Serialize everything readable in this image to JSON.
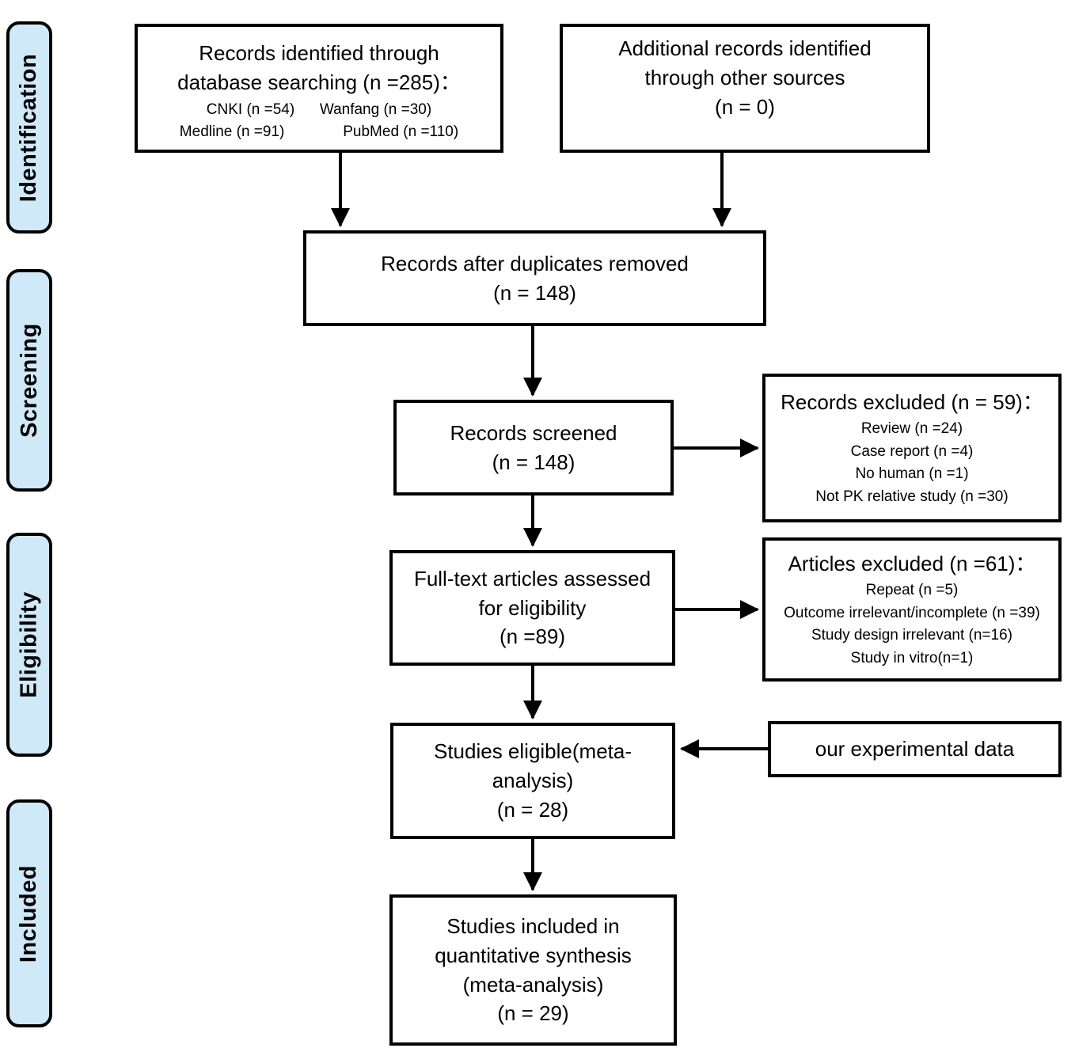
{
  "colors": {
    "background": "#ffffff",
    "stage_fill": "#cfe9f9",
    "border": "#000000",
    "text": "#000000"
  },
  "stages": [
    {
      "label": "Identification"
    },
    {
      "label": "Screening"
    },
    {
      "label": "Eligibility"
    },
    {
      "label": "Included"
    }
  ],
  "boxes": {
    "identified": {
      "title": "Records identified through\ndatabase searching (n =285)：",
      "details": "CNKI (n =54)      Wanfang (n =30)\nMedline (n =91)              PubMed (n =110)"
    },
    "additional": {
      "title": "Additional records identified\nthrough other sources\n(n = 0)"
    },
    "deduplicated": {
      "title": "Records after duplicates removed\n(n = 148)"
    },
    "screened": {
      "title": "Records screened\n(n = 148)"
    },
    "records_excluded": {
      "title": "Records excluded (n = 59)：",
      "details": "Review (n =24)\nCase report (n =4)\nNo human (n =1)\nNot PK relative study (n =30)"
    },
    "fulltext": {
      "title": "Full-text articles assessed\nfor eligibility\n(n =89)"
    },
    "articles_excluded": {
      "title": "Articles excluded (n =61)：",
      "details": "Repeat (n =5)\nOutcome irrelevant/incomplete (n =39)\nStudy design irrelevant (n=16)\nStudy in vitro(n=1)"
    },
    "eligible": {
      "title": "Studies eligible(meta-\nanalysis)\n(n = 28)"
    },
    "experimental": {
      "title": "our experimental data"
    },
    "included": {
      "title": "Studies included in\nquantitative synthesis\n(meta-analysis)\n(n = 29)"
    }
  }
}
